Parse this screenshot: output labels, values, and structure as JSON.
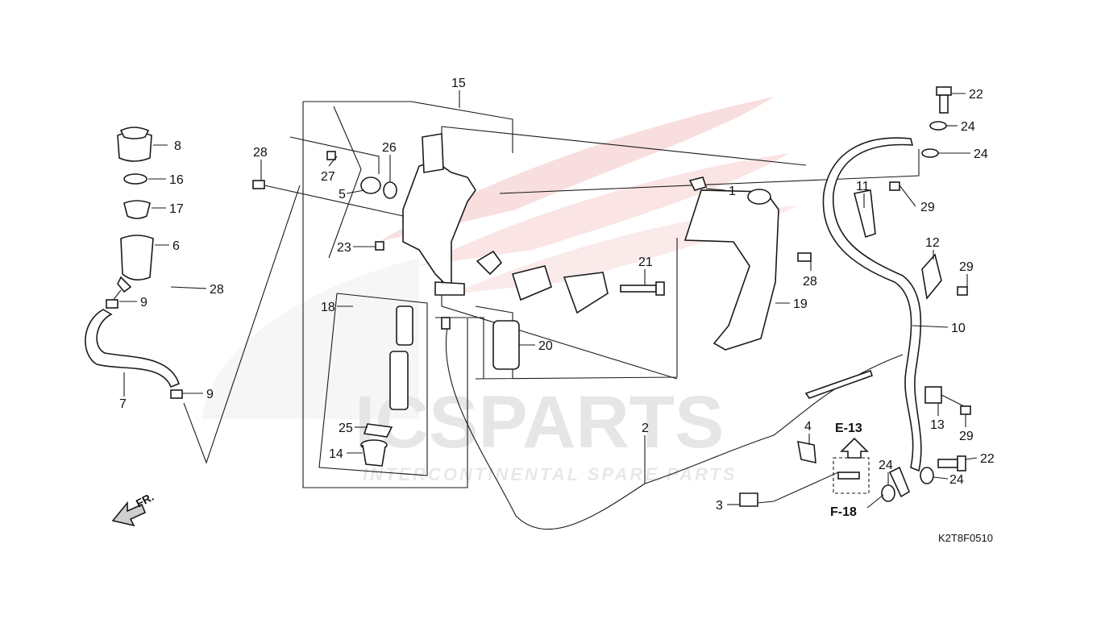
{
  "watermark": {
    "brand": "ICSPARTS",
    "tagline": "INTERCONTINENTAL SPARE PARTS"
  },
  "diagram_code": "K2T8F0510",
  "direction_label": "FR.",
  "references": {
    "e13": "E-13",
    "f18": "F-18"
  },
  "callouts": {
    "c1": "1",
    "c2": "2",
    "c3": "3",
    "c4": "4",
    "c5": "5",
    "c6": "6",
    "c7": "7",
    "c8": "8",
    "c9a": "9",
    "c9b": "9",
    "c10": "10",
    "c11": "11",
    "c12": "12",
    "c13": "13",
    "c14": "14",
    "c15": "15",
    "c16": "16",
    "c17": "17",
    "c18": "18",
    "c19": "19",
    "c20": "20",
    "c21": "21",
    "c22a": "22",
    "c22b": "22",
    "c23": "23",
    "c24a": "24",
    "c24b": "24",
    "c24c": "24",
    "c24d": "24",
    "c25": "25",
    "c26": "26",
    "c27": "27",
    "c28a": "28",
    "c28b": "28",
    "c28c": "28",
    "c29a": "29",
    "c29b": "29",
    "c29c": "29"
  },
  "colors": {
    "line": "#1a1a1a",
    "watermark_red": "#f2b8b8",
    "watermark_grey": "#e6e6e6"
  }
}
